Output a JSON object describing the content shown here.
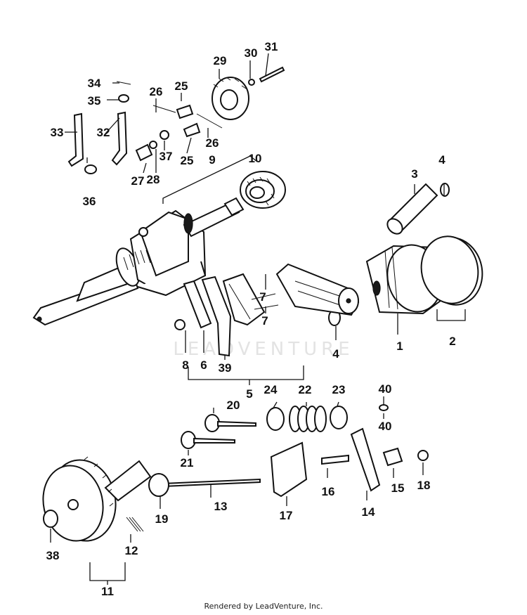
{
  "watermark": "LEADVENTURE",
  "footer_text": "Rendered by LeadVenture, Inc.",
  "callouts": {
    "c1": "1",
    "c2": "2",
    "c3": "3",
    "c4a": "4",
    "c4b": "4",
    "c5": "5",
    "c6": "6",
    "c7a": "7",
    "c7b": "7",
    "c8": "8",
    "c9": "9",
    "c10": "10",
    "c11": "11",
    "c12": "12",
    "c13": "13",
    "c14": "14",
    "c15": "15",
    "c16": "16",
    "c17": "17",
    "c18": "18",
    "c19": "19",
    "c20": "20",
    "c21": "21",
    "c22": "22",
    "c23": "23",
    "c24": "24",
    "c25a": "25",
    "c25b": "25",
    "c26a": "26",
    "c26b": "26",
    "c27": "27",
    "c28": "28",
    "c29": "29",
    "c30": "30",
    "c31": "31",
    "c32": "32",
    "c33": "33",
    "c34": "34",
    "c35": "35",
    "c36": "36",
    "c37": "37",
    "c38": "38",
    "c39": "39",
    "c40a": "40",
    "c40b": "40"
  }
}
